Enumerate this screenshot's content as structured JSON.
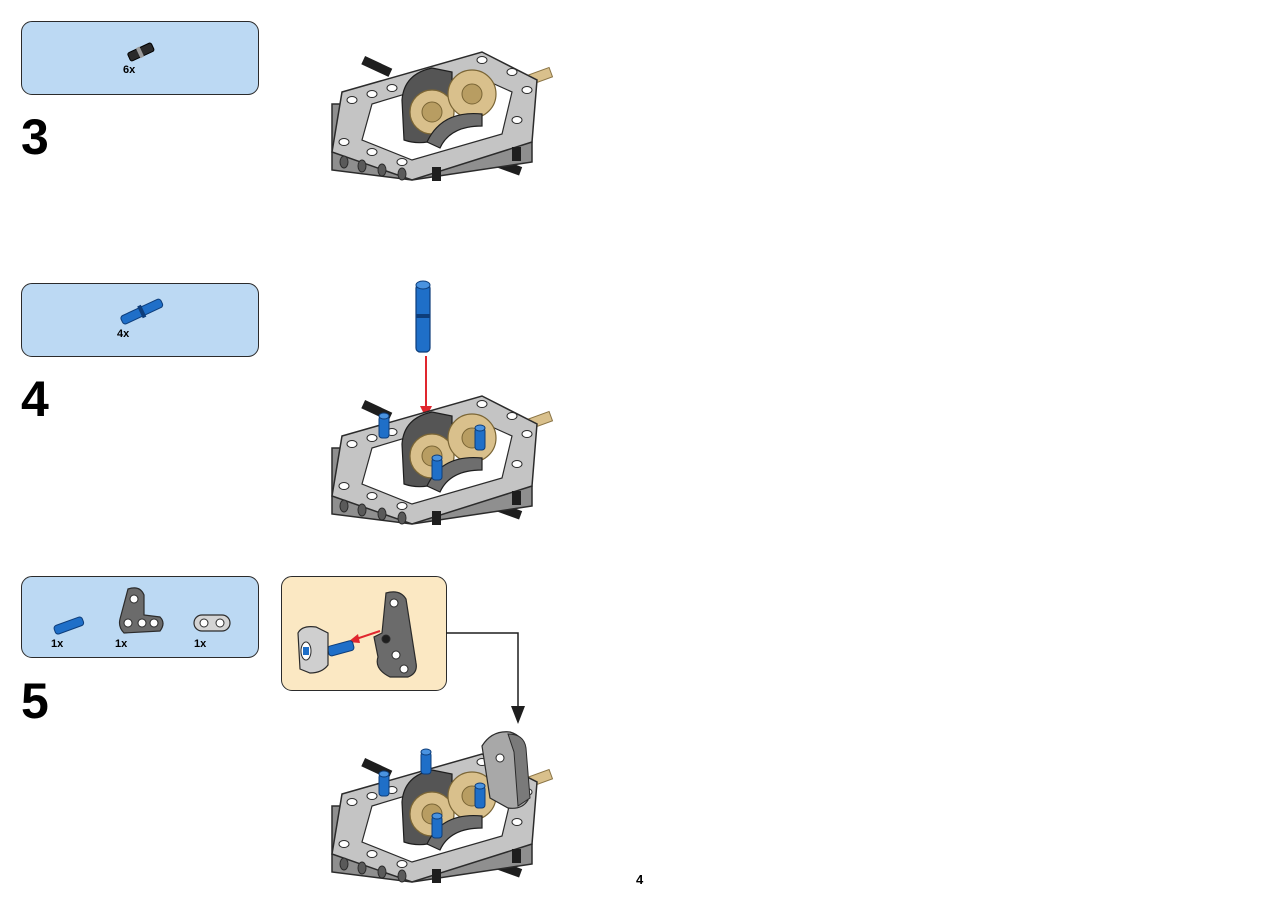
{
  "steps": [
    {
      "number": "3",
      "parts": [
        {
          "qty": "6x",
          "icon": "black-pin-icon"
        }
      ]
    },
    {
      "number": "4",
      "parts": [
        {
          "qty": "4x",
          "icon": "blue-long-pin-icon"
        }
      ]
    },
    {
      "number": "5",
      "parts": [
        {
          "qty": "1x",
          "icon": "blue-pin-icon"
        },
        {
          "qty": "1x",
          "icon": "dark-gray-t-beam-icon"
        },
        {
          "qty": "1x",
          "icon": "light-gray-connector-icon"
        }
      ]
    }
  ],
  "page_number": "4",
  "colors": {
    "parts_box": "#bcd9f3",
    "subassembly_box": "#fbe8c3",
    "frame_gray": "#b8b8b8",
    "dark_gray": "#6b6b6b",
    "tan": "#d9c08c",
    "blue": "#1f6fc8",
    "red_arrow": "#e0262e"
  }
}
